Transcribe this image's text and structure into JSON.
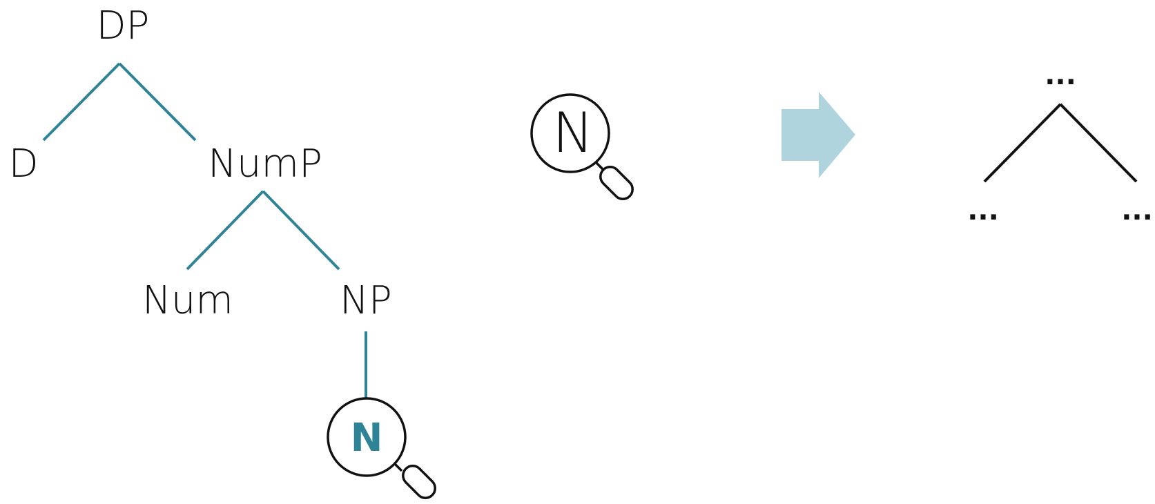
{
  "tree": {
    "root": "DP",
    "d": "D",
    "nump": "NumP",
    "num": "Num",
    "np": "NP",
    "n_leaf": "N"
  },
  "middle": {
    "n_magnified": "N"
  },
  "arrow": {
    "color": "#b0d4de"
  },
  "schema": {
    "top": "...",
    "left": "...",
    "right": "..."
  },
  "colors": {
    "branch": "#2e8397",
    "text": "#111111"
  }
}
